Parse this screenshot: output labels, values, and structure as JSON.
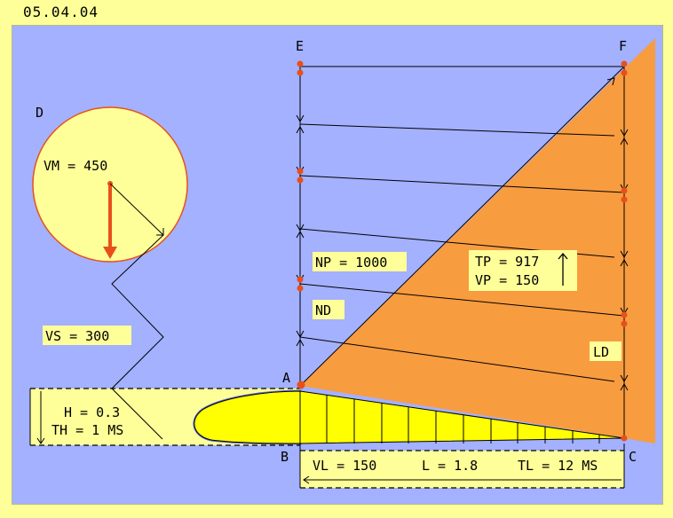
{
  "header": {
    "date": "05.04.04"
  },
  "diagram": {
    "points": {
      "A": "A",
      "B": "B",
      "C": "C",
      "D": "D",
      "E": "E",
      "F": "F"
    },
    "labels": {
      "vm": "VM = 450",
      "vs": "VS = 300",
      "np": "NP = 1000",
      "nd": "ND",
      "tp": "TP = 917",
      "vp": "VP = 150",
      "ld": "LD",
      "h": "H = 0.3",
      "th": "TH = 1 MS",
      "vl": "VL = 150",
      "l": "L = 1.8",
      "tl": "TL = 12 MS"
    },
    "colors": {
      "background": "#ffff99",
      "canvas": "#a3b1ff",
      "wedge": "#f89c40",
      "airfoil": "#ffff00",
      "accent": "#e8501a",
      "label_bg": "#ffff99"
    },
    "icons": {
      "arrow_up": "up-arrow-icon"
    }
  }
}
